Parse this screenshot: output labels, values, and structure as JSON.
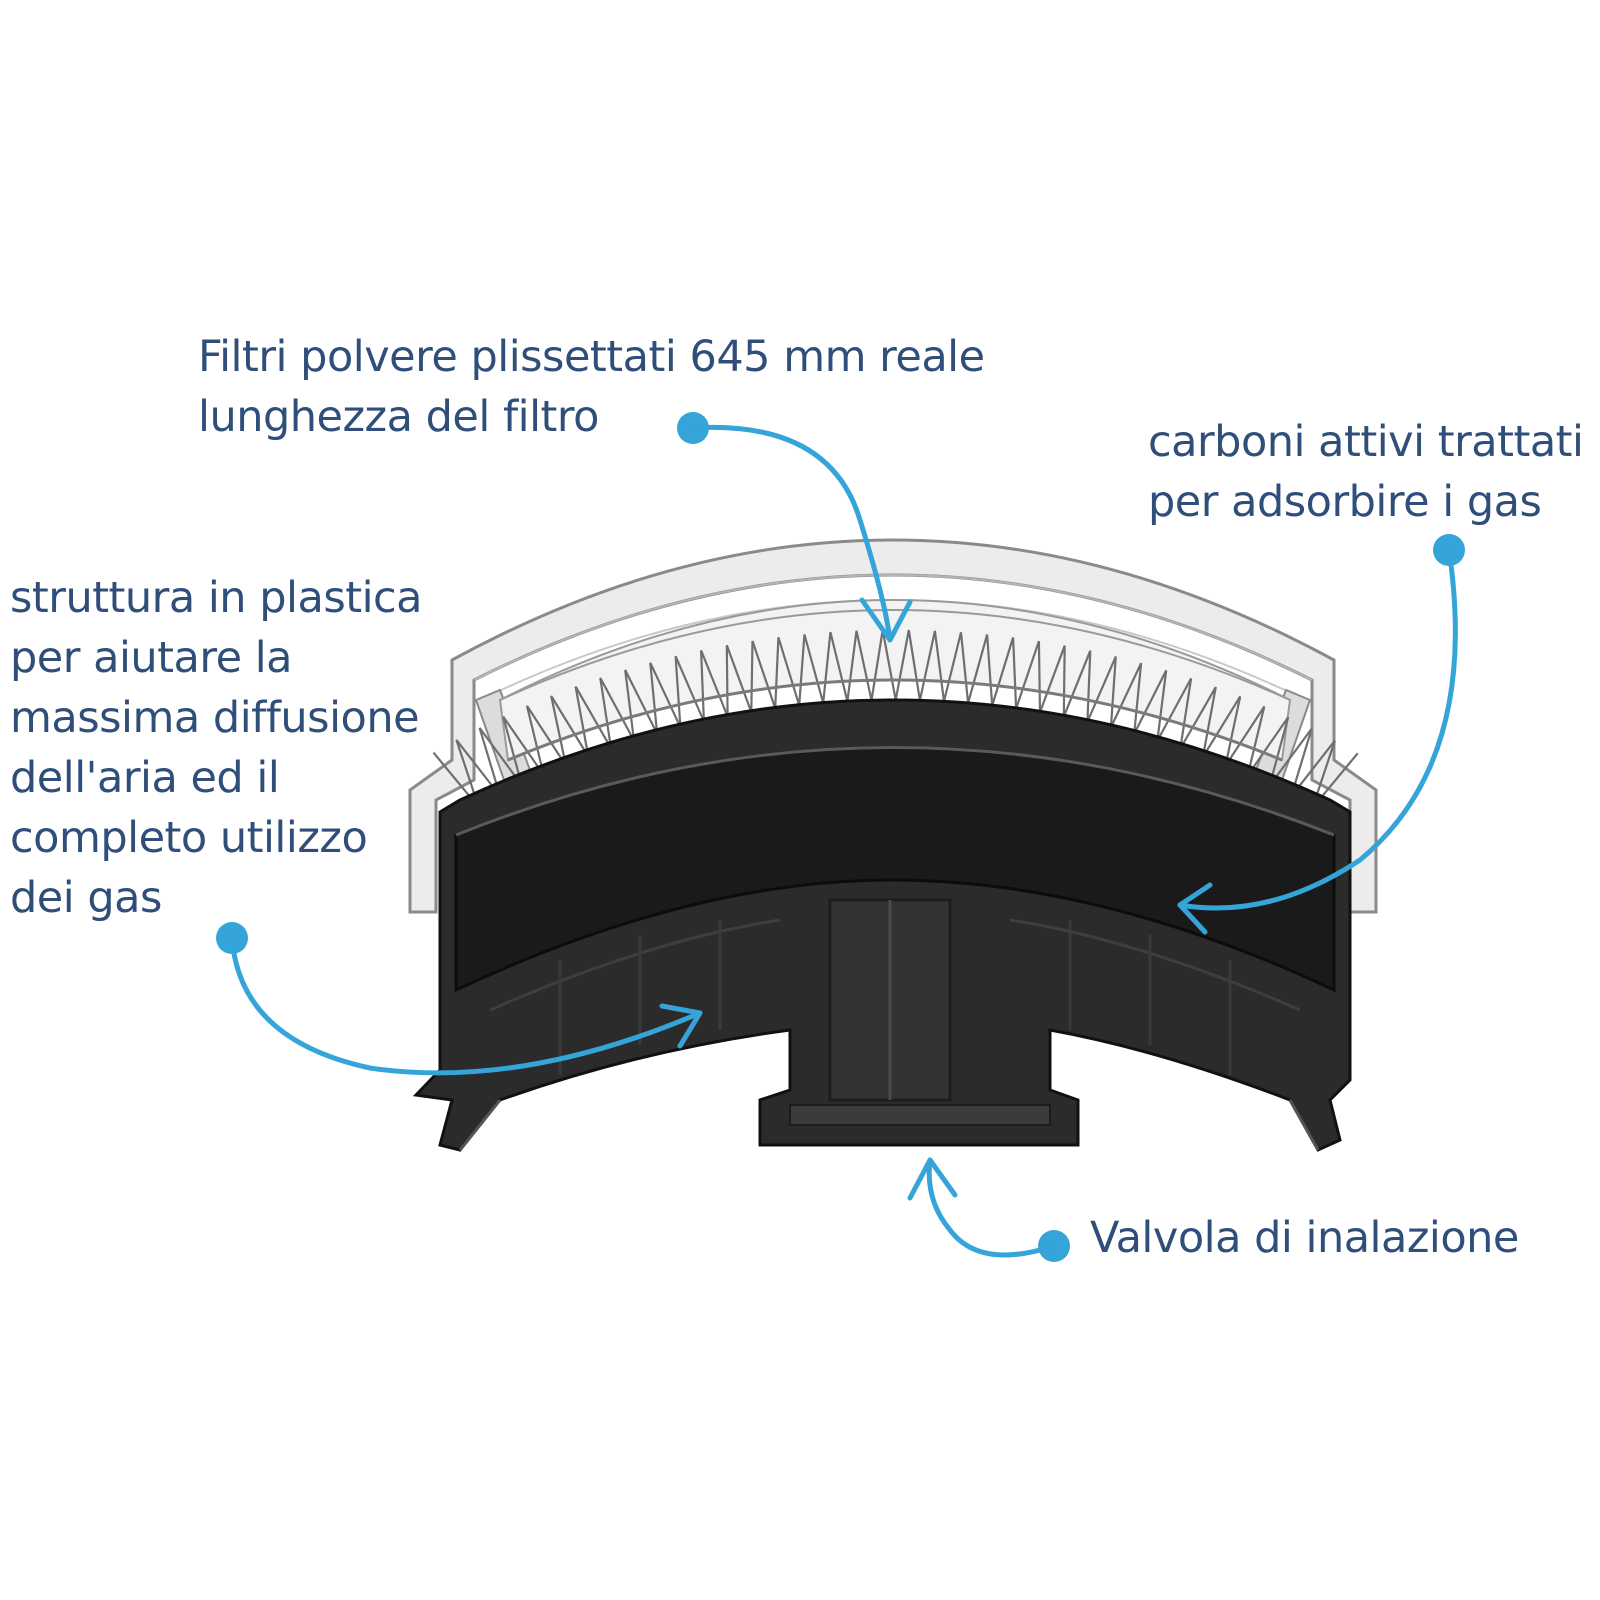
{
  "labels": {
    "filtri": {
      "lines": [
        "Filtri polvere plissettati 645 mm reale",
        "lunghezza del filtro"
      ]
    },
    "carboni": {
      "lines": [
        "carboni attivi trattati",
        "per adsorbire i gas"
      ]
    },
    "struttura": {
      "lines": [
        "struttura in plastica",
        "per aiutare la",
        "massima diffusione",
        "dell'aria ed il",
        "completo utilizzo",
        "dei gas"
      ]
    },
    "valvola": {
      "lines": [
        "Valvola di inalazione"
      ]
    }
  },
  "colors": {
    "text": "#2f4f7a",
    "callout": "#35a4d8",
    "housing_dark": "#2b2b2b",
    "carbon": "#1a1a1a",
    "clear_cover": "#e6e6e6"
  }
}
